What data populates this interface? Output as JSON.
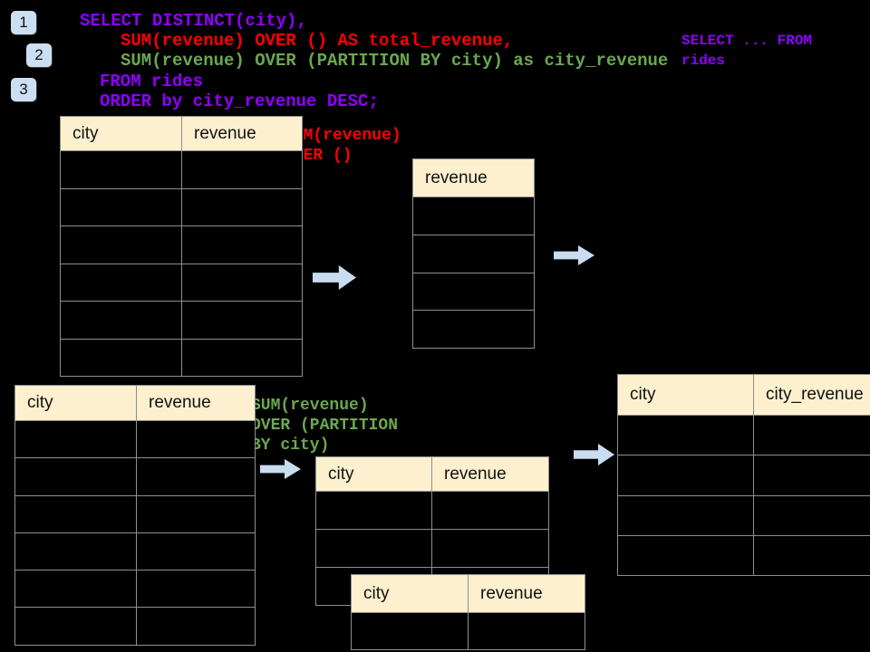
{
  "colors": {
    "background": "#000000",
    "sql_purple": "#8f00ff",
    "sql_red": "#ff0000",
    "sql_green": "#6aa84f",
    "table_header_fill": "#fcf0cf",
    "table_border": "#8f8f8f",
    "badge_fill": "#cbdef2",
    "arrow_fill": "#c9dcf0"
  },
  "badges": [
    {
      "label": "1"
    },
    {
      "label": "2"
    },
    {
      "label": "3"
    }
  ],
  "code": {
    "lines": [
      {
        "text": "SELECT DISTINCT(city),",
        "color": "purple"
      },
      {
        "text": "SUM(revenue) OVER () AS total_revenue,",
        "color": "red"
      },
      {
        "text": "SUM(revenue) OVER (PARTITION BY city) as city_revenue",
        "color": "green"
      },
      {
        "text": "FROM rides",
        "color": "purple"
      },
      {
        "text": "ORDER by city_revenue DESC;",
        "color": "purple"
      }
    ]
  },
  "side_code": {
    "text": "SELECT ... FROM\nrides"
  },
  "annotations": {
    "total_window": "SUM(revenue)\nOVER ()",
    "partition_window": "SUM(revenue)\nOVER (PARTITION\nBY city)"
  },
  "tables": {
    "source_top": {
      "headers": [
        "city",
        "revenue"
      ],
      "rows": 6
    },
    "total_revenue": {
      "headers": [
        "revenue"
      ],
      "rows": 4
    },
    "source_bottom": {
      "headers": [
        "city",
        "revenue"
      ],
      "rows": 6
    },
    "partition_mid": {
      "headers": [
        "city",
        "revenue"
      ],
      "rows": 3
    },
    "partition_overlay": {
      "headers": [
        "city",
        "revenue"
      ],
      "rows": 1
    },
    "result_right": {
      "headers": [
        "city",
        "city_revenue"
      ],
      "rows": 4
    }
  }
}
